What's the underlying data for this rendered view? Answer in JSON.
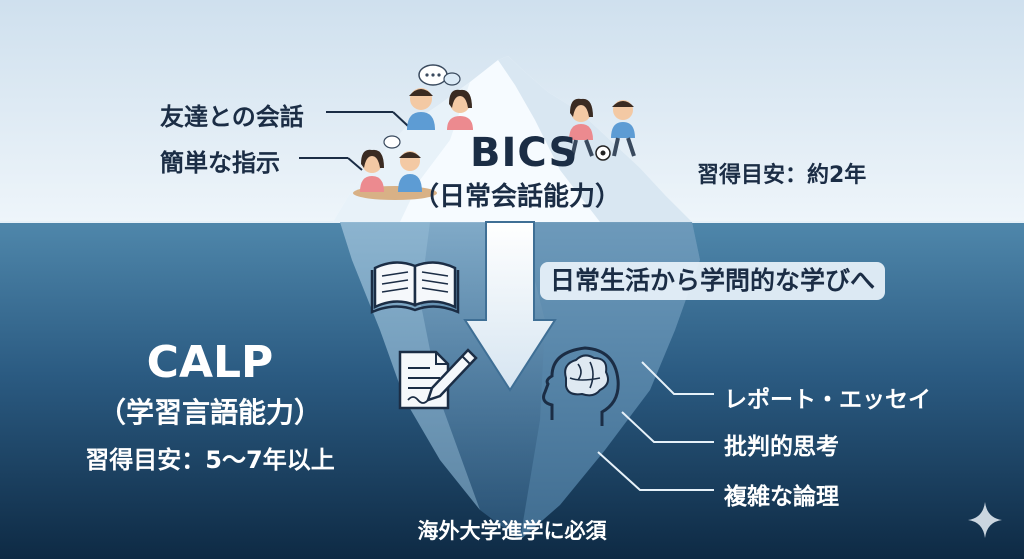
{
  "diagram": {
    "surface": {
      "title": "BICS",
      "subtitle": "（日常会話能力）",
      "examples": [
        "友達との会話",
        "簡単な指示"
      ],
      "acquisition_time": "習得目安：約2年"
    },
    "transition_label": "日常生活から学問的な学びへ",
    "deep": {
      "title": "CALP",
      "subtitle": "（学習言語能力）",
      "acquisition_time": "習得目安：5〜7年以上",
      "skills": [
        "レポート・エッセイ",
        "批判的思考",
        "複雑な論理"
      ]
    },
    "footer": "海外大学進学に必須"
  },
  "colors": {
    "sky_top": "#cfe0ee",
    "sky_bottom": "#eef5fa",
    "water_top": "#4f87ab",
    "water_bottom": "#0e2a44",
    "ice": "#f6fbff",
    "iceberg_under": "#6f9bbd",
    "arrow": "#e9f1f8",
    "text_dark": "#1b2d45"
  },
  "icons": [
    "chat-bubble-icon",
    "open-book-icon",
    "document-pen-icon",
    "brain-head-icon",
    "soccer-ball-icon",
    "sparkle-icon"
  ]
}
